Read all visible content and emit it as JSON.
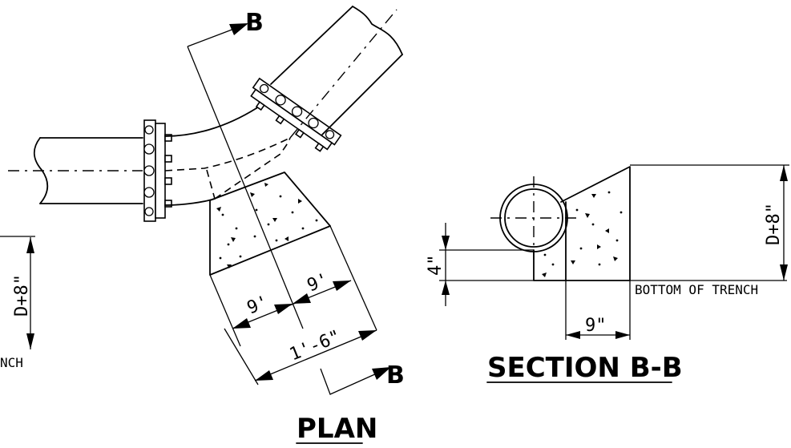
{
  "plan": {
    "title": "PLAN",
    "dim_left_9": "9'",
    "dim_right_9": "9'",
    "dim_total": "1'-6\"",
    "depth_label": "D+8\"",
    "trench_fragment": "NCH"
  },
  "section_marks": {
    "top": "B",
    "bottom": "B"
  },
  "section": {
    "title": "SECTION B-B",
    "depth_label": "D+8\"",
    "offset_label": "4\"",
    "width_label": "9\"",
    "trench_label": "BOTTOM OF TRENCH"
  }
}
